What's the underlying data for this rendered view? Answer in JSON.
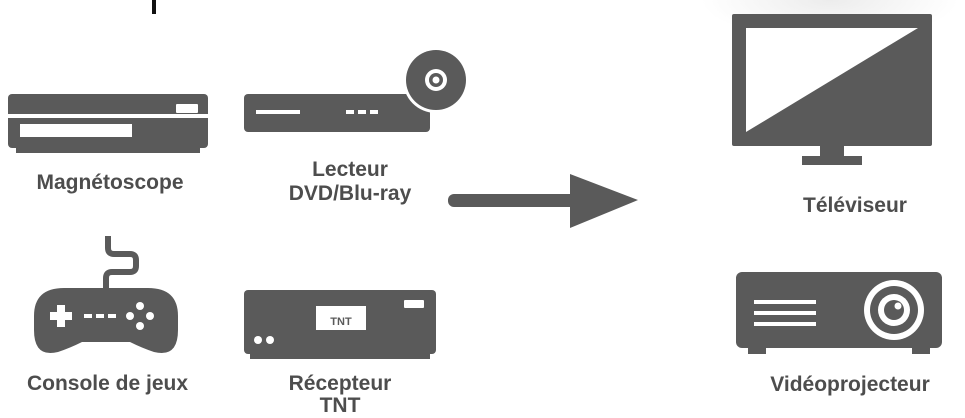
{
  "diagram": {
    "sources": [
      {
        "id": "vcr",
        "label": "Magnétoscope",
        "icon": "vcr-icon"
      },
      {
        "id": "dvd",
        "label_line1": "Lecteur",
        "label_line2": "DVD/Blu-ray",
        "icon": "dvd-player-icon"
      },
      {
        "id": "console",
        "label": "Console de jeux",
        "icon": "gamepad-icon"
      },
      {
        "id": "tnt",
        "label_line1": "Récepteur",
        "label_line2": "TNT",
        "icon": "tnt-receiver-icon",
        "screen_text": "TNT"
      }
    ],
    "outputs": [
      {
        "id": "tv",
        "label": "Téléviseur",
        "icon": "tv-icon"
      },
      {
        "id": "projector",
        "label": "Vidéoprojecteur",
        "icon": "projector-icon"
      }
    ],
    "connector": {
      "icon": "arrow-right-icon"
    }
  },
  "colors": {
    "device_fill": "#5a5a5a",
    "label_text": "#4d4d4d",
    "arrow": "#5a5a5a",
    "background": "#ffffff"
  }
}
